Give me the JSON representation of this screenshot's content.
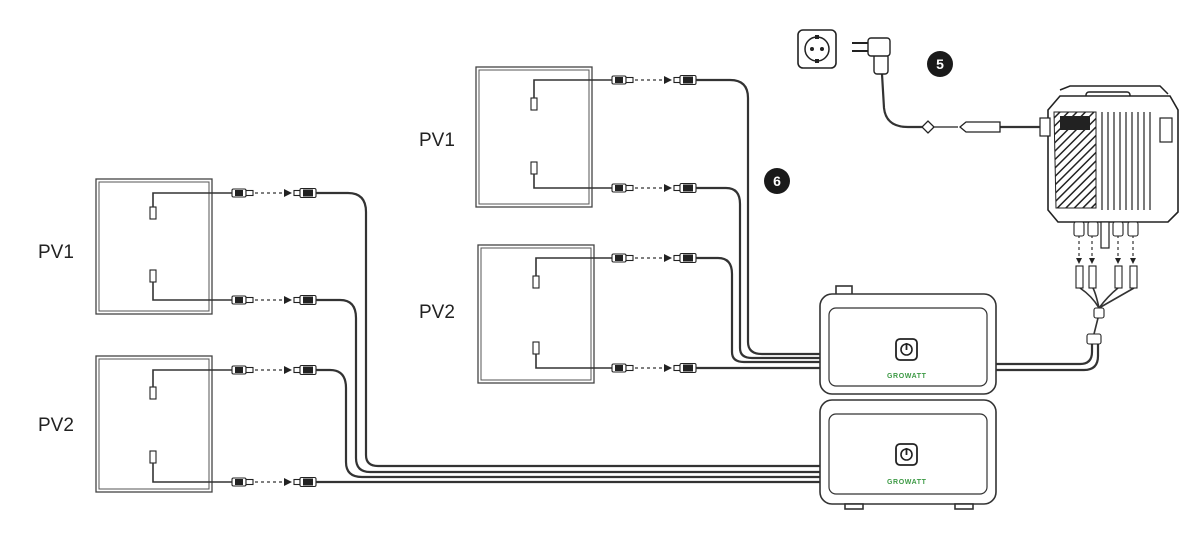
{
  "labels": {
    "left_pv1": "PV1",
    "left_pv2": "PV2",
    "mid_pv1": "PV1",
    "mid_pv2": "PV2"
  },
  "steps": {
    "ac_plug": "5",
    "dc_cable": "6"
  },
  "brand": {
    "upper_battery": "GROWATT",
    "lower_battery": "GROWATT"
  },
  "colors": {
    "line": "#333333",
    "brand_green": "#3d9a45",
    "step_badge": "#1a1a1a"
  },
  "icons": [
    "wall-socket-icon",
    "ac-plug-icon",
    "power-button-icon",
    "mc4-connector-icon",
    "microinverter-icon"
  ]
}
